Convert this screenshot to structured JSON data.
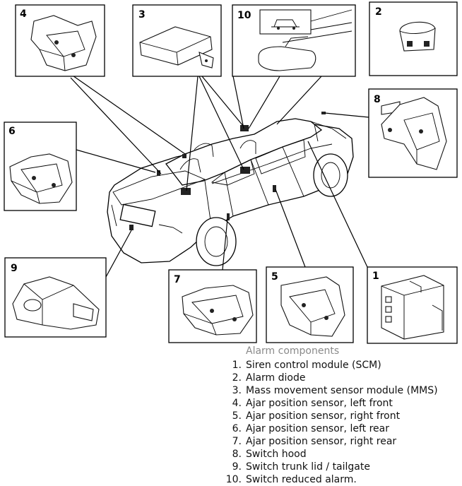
{
  "callouts": {
    "c1": "1",
    "c2": "2",
    "c3": "3",
    "c4": "4",
    "c5": "5",
    "c6": "6",
    "c7": "7",
    "c8": "8",
    "c9": "9",
    "c10": "10"
  },
  "legend": {
    "title": "Alarm components",
    "items": [
      {
        "num": "1.",
        "text": "Siren control module (SCM)"
      },
      {
        "num": "2.",
        "text": "Alarm diode"
      },
      {
        "num": "3.",
        "text": "Mass movement sensor module (MMS)"
      },
      {
        "num": "4.",
        "text": "Ajar position sensor, left front"
      },
      {
        "num": "5.",
        "text": "Ajar position sensor, right front"
      },
      {
        "num": "6.",
        "text": "Ajar position sensor, left rear"
      },
      {
        "num": "7.",
        "text": "Ajar position sensor, right rear"
      },
      {
        "num": "8.",
        "text": "Switch hood"
      },
      {
        "num": "9.",
        "text": "Switch trunk lid / tailgate"
      },
      {
        "num": "10.",
        "text": "Switch reduced alarm."
      }
    ]
  }
}
